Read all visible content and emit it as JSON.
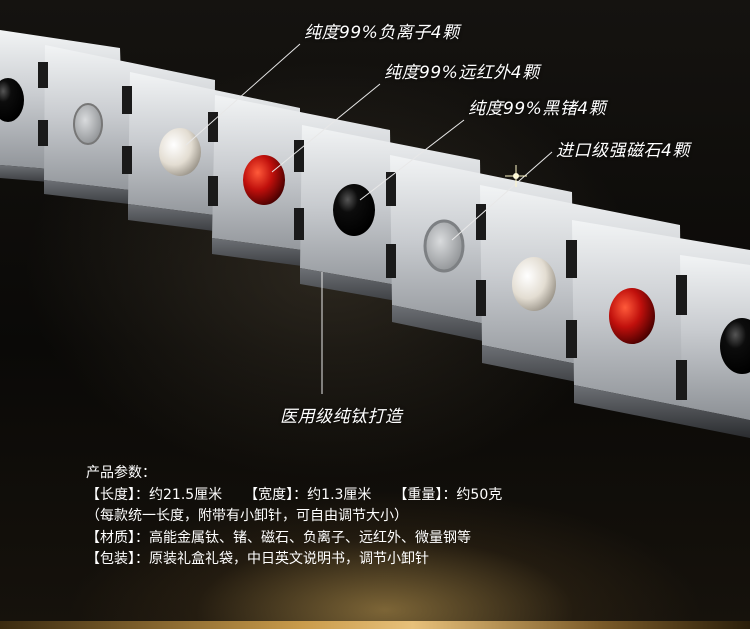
{
  "callouts": {
    "neg_ion": "纯度99%负离子4颗",
    "far_ir": "纯度99%远红外4颗",
    "germanium": "纯度99%黑锗4颗",
    "magnet": "进口级强磁石4颗",
    "titanium": "医用级纯钛打造"
  },
  "params": {
    "heading": "产品参数：",
    "length_label": "【长度】",
    "length_value": "：约21.5厘米",
    "width_label": "【宽度】",
    "width_value": "：约1.3厘米",
    "weight_label": "【重量】",
    "weight_value": "：约50克",
    "note": "（每款统一长度，附带有小卸针，可自由调节大小）",
    "material_label": "【材质】",
    "material_value": "：高能金属钛、锗、磁石、负离子、远红外、微量钢等",
    "package_label": "【包装】",
    "package_value": "：原装礼盒礼袋，中日英文说明书，调节小卸针"
  },
  "colors": {
    "red_stone": "#c0100c",
    "black_stone": "#050505",
    "white_stone": "#e8e2d8",
    "magnet_ring": "#b9bcbf",
    "steel": "#cfd2d5"
  }
}
